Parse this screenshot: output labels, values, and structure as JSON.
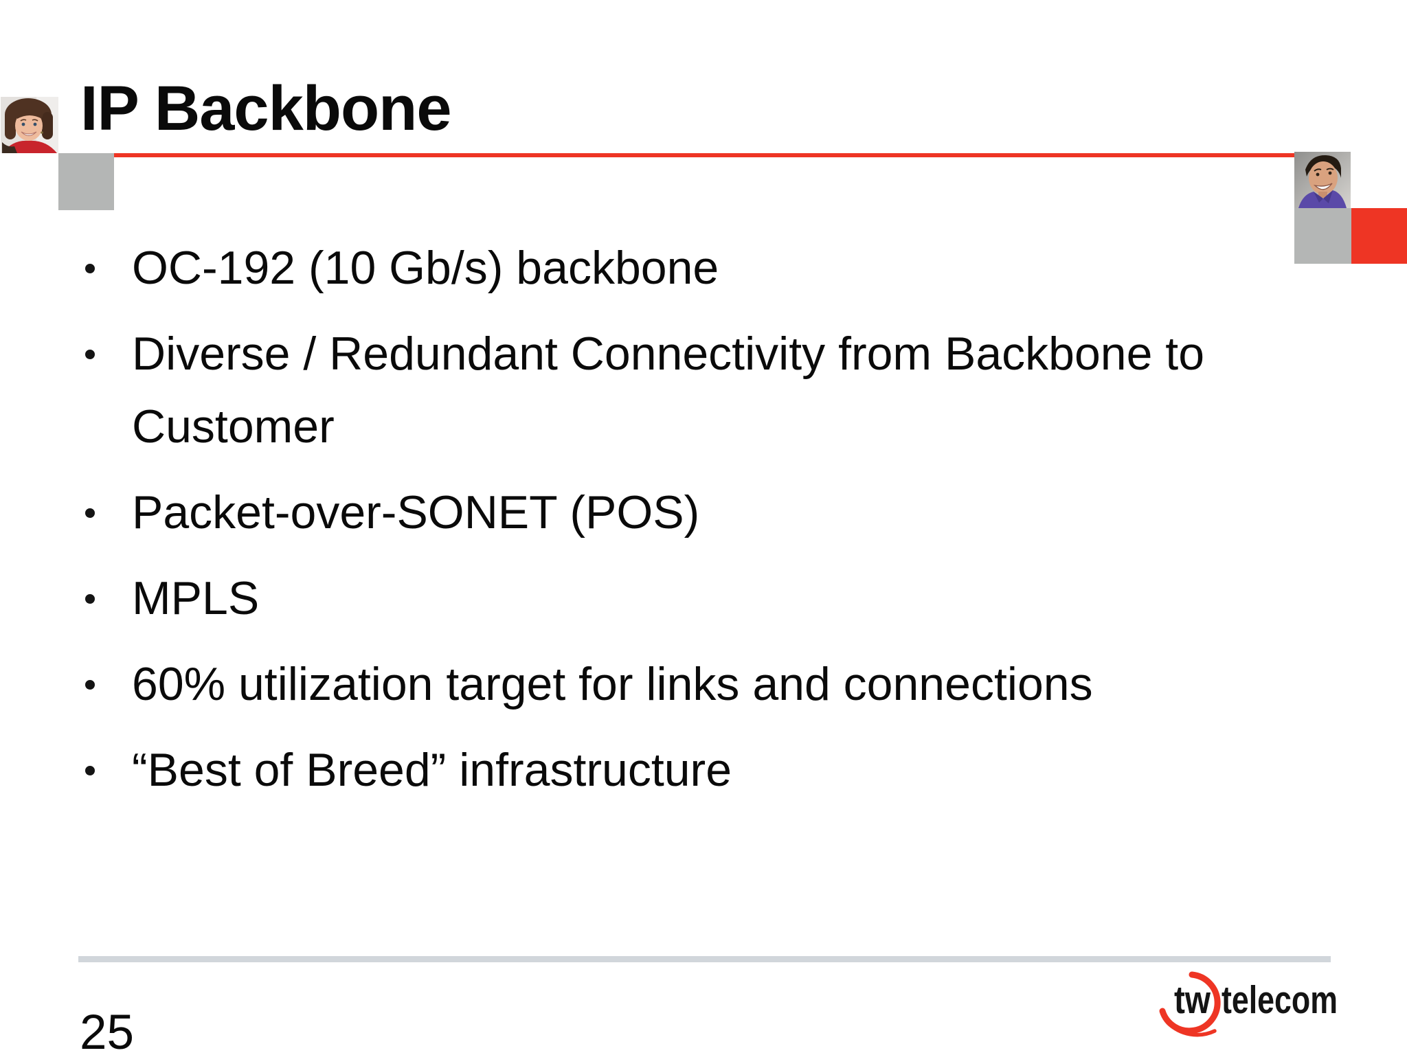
{
  "slide": {
    "title": "IP Backbone",
    "bullets": [
      "OC-192 (10 Gb/s) backbone",
      "Diverse / Redundant Connectivity from Backbone to Customer",
      "Packet-over-SONET (POS)",
      "MPLS",
      "60% utilization target for links and connections",
      "“Best of Breed” infrastructure"
    ],
    "footer": {
      "page_number": "25"
    },
    "logo": {
      "tw": "tw",
      "telecom": "telecom"
    },
    "photos": {
      "left": "woman-headshot-photo",
      "right": "man-headshot-photo"
    },
    "colors": {
      "accent_red": "#ee3524",
      "square_gray": "#b4b6b5",
      "footer_line_gray": "#d1d6db",
      "text_black": "#0a0a0a"
    }
  }
}
